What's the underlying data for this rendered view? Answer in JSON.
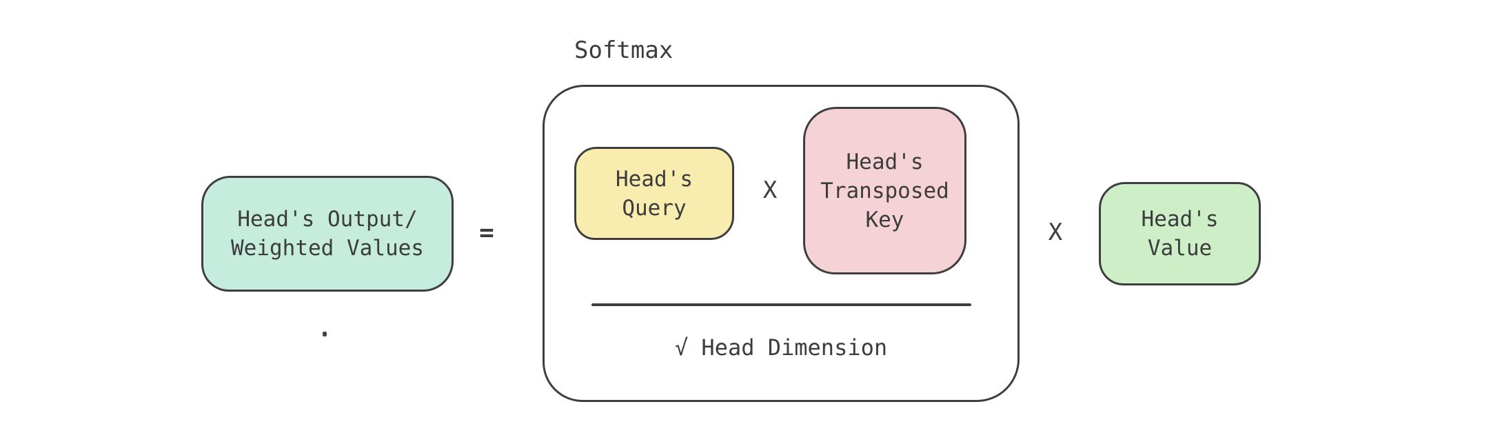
{
  "diagram": {
    "background": "#ffffff",
    "stroke_color": "#3e3e3e",
    "text_color": "#3c3c3c",
    "labels": {
      "softmax": "Softmax",
      "equals": "=",
      "multiply_inner": "X",
      "multiply_outer": "X",
      "denominator": "√ Head Dimension"
    },
    "boxes": {
      "result": {
        "lines": [
          "Head's Output/",
          "Weighted Values"
        ],
        "fill": "#c5ecdd"
      },
      "query": {
        "lines": [
          "Head's",
          "Query"
        ],
        "fill": "#f8ecae"
      },
      "transposed_key": {
        "lines": [
          "Head's",
          "Transposed",
          "Key"
        ],
        "fill": "#f5d2d5"
      },
      "value": {
        "lines": [
          "Head's",
          "Value"
        ],
        "fill": "#cdeec7"
      },
      "softmax_group": {
        "fill": "#ffffff"
      }
    }
  }
}
